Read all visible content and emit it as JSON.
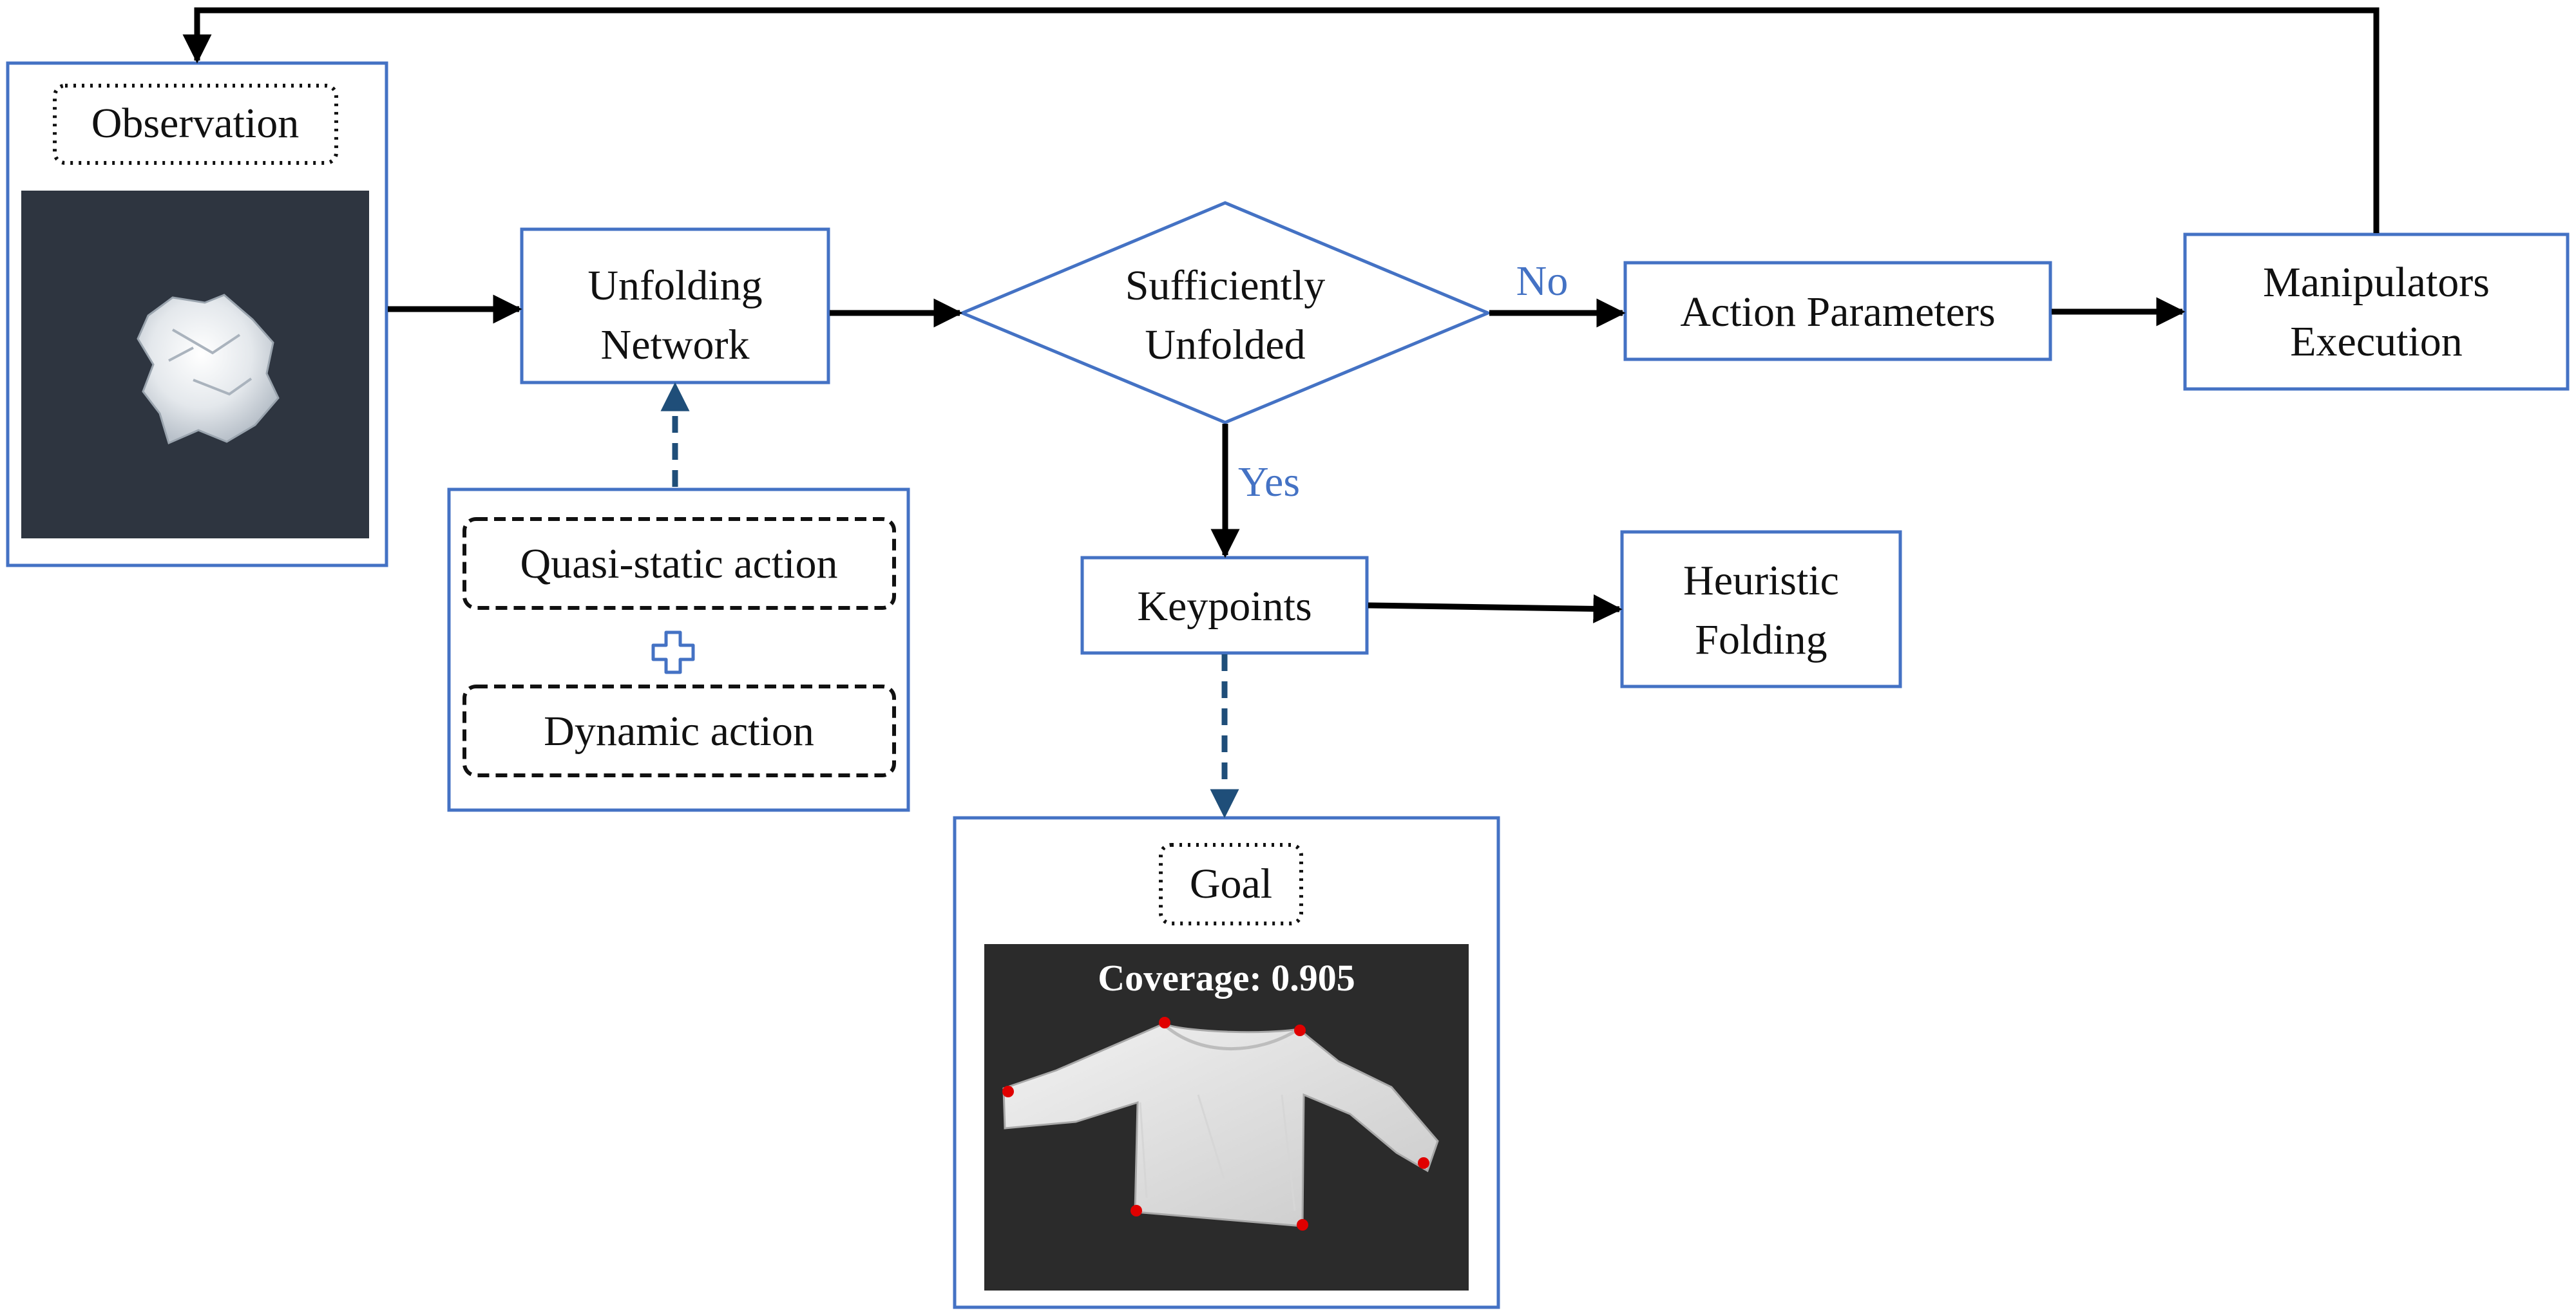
{
  "colors": {
    "box_border": "#4472C4",
    "arrow": "#000000",
    "dashed_arrow": "#1F4E79",
    "branch_label": "#4472C4",
    "photo_bg": "#2E3540",
    "keypoint": "#E00000"
  },
  "observation": {
    "label": "Observation"
  },
  "unfolding_network": {
    "line1": "Unfolding",
    "line2": "Network"
  },
  "actions": {
    "quasi_static": "Quasi-static action",
    "dynamic": "Dynamic action",
    "combine_icon": "plus-icon"
  },
  "decision": {
    "line1": "Sufficiently",
    "line2": "Unfolded"
  },
  "branches": {
    "no": "No",
    "yes": "Yes"
  },
  "action_parameters": {
    "label": "Action Parameters"
  },
  "manipulators": {
    "line1": "Manipulators",
    "line2": "Execution"
  },
  "keypoints": {
    "label": "Keypoints"
  },
  "heuristic_folding": {
    "line1": "Heuristic",
    "line2": "Folding"
  },
  "goal": {
    "label": "Goal",
    "coverage_text": "Coverage: 0.905"
  }
}
